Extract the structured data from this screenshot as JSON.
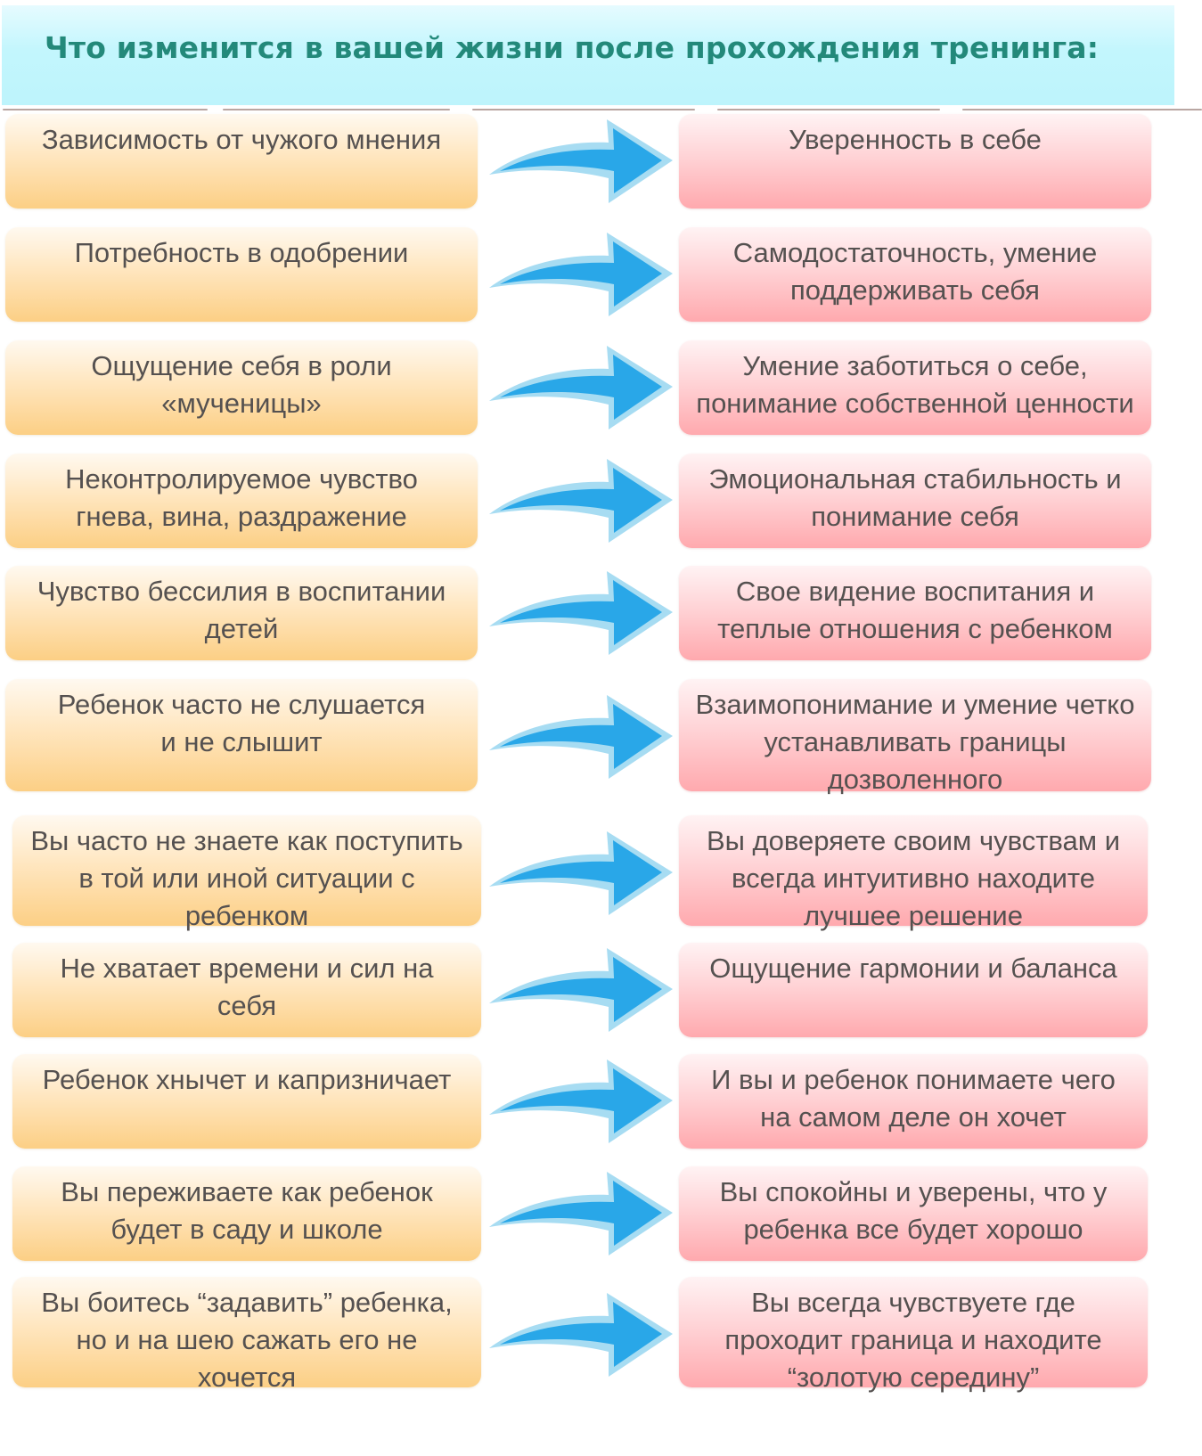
{
  "header": {
    "title": "Что изменится в вашей жизни после прохождения тренинга:"
  },
  "colors": {
    "title": "#23897a",
    "header_bg": "#c3f6fd",
    "before_box": "#fccf85",
    "after_box": "#ffa9ae",
    "arrow_fill": "#29a7e8",
    "arrow_outline": "#a7dcf2",
    "text": "#555150"
  },
  "arrow_icon": "curved-right-arrow-icon",
  "rows": [
    {
      "before": [
        "Зависимость от чужого мнения"
      ],
      "after": [
        "Уверенность в себе"
      ]
    },
    {
      "before": [
        "Потребность в одобрении"
      ],
      "after": [
        "Самодостаточность, умение",
        "поддерживать себя"
      ]
    },
    {
      "before": [
        "Ощущение себя в роли",
        "«мученицы»"
      ],
      "after": [
        "Умение заботиться о себе,",
        "понимание собственной ценности"
      ]
    },
    {
      "before": [
        "Неконтролируемое чувство",
        "гнева, вина, раздражение"
      ],
      "after": [
        "Эмоциональная стабильность и",
        "понимание себя"
      ]
    },
    {
      "before": [
        "Чувство бессилия в воспитании",
        "детей"
      ],
      "after": [
        "Свое видение воспитания и",
        "теплые отношения с ребенком"
      ]
    },
    {
      "before": [
        "Ребенок часто не слушается",
        "и не слышит"
      ],
      "after": [
        "Взаимопонимание и умение четко",
        "устанавливать границы",
        "дозволенного"
      ]
    },
    {
      "before": [
        "Вы часто не знаете как поступить",
        "в той или иной ситуации с",
        "ребенком"
      ],
      "after": [
        "Вы доверяете своим чувствам и",
        "всегда интуитивно находите",
        "лучшее решение"
      ]
    },
    {
      "before": [
        "Не хватает времени и сил на",
        "себя"
      ],
      "after": [
        "Ощущение гармонии и баланса"
      ]
    },
    {
      "before": [
        "Ребенок хнычет и капризничает"
      ],
      "after": [
        "И вы и ребенок понимаете чего",
        "на самом деле он хочет"
      ]
    },
    {
      "before": [
        "Вы переживаете как ребенок",
        "будет в саду и школе"
      ],
      "after": [
        "Вы спокойны и уверены, что у",
        "ребенка все будет хорошо"
      ]
    },
    {
      "before": [
        "Вы боитесь “задавить” ребенка,",
        "но и на шею сажать его не",
        "хочется"
      ],
      "after": [
        "Вы всегда чувствуете где",
        "проходит граница и находите",
        "“золотую середину”"
      ]
    }
  ]
}
